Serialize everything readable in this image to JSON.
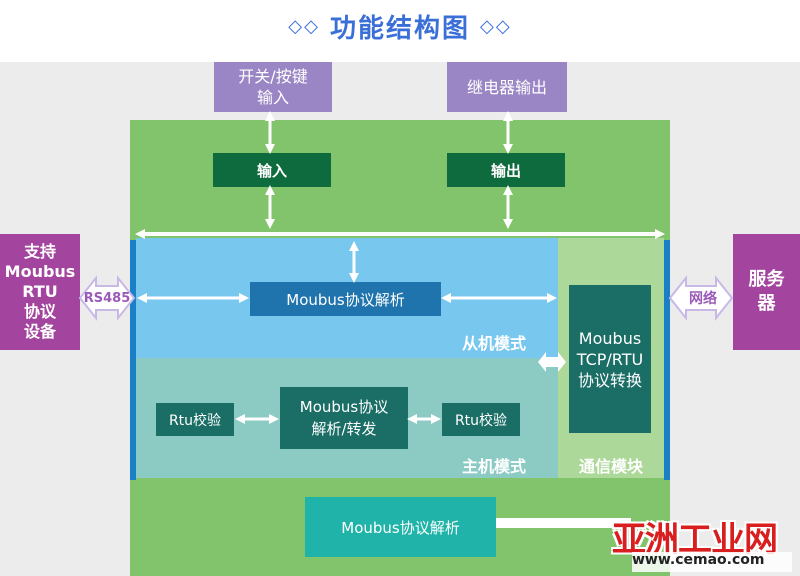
{
  "title": "功能结构图",
  "title_ornament": "◇◇",
  "inputs": {
    "switch_input": "开关/按键\n输入",
    "relay_output": "继电器输出"
  },
  "blocks": {
    "input": "输入",
    "output": "输出",
    "moubus_parse_top": "Moubus协议解析",
    "slave_mode": "从机模式",
    "master_mode": "主机模式",
    "rtu_check_left": "Rtu校验",
    "rtu_check_right": "Rtu校验",
    "moubus_parse_forward": "Moubus协议\n解析/转发",
    "tcp_rtu_convert": "Moubus\nTCP/RTU\n协议转换",
    "comm_module": "通信模块",
    "moubus_parse_bottom": "Moubus协议解析"
  },
  "side": {
    "left_device": "支持\nMoubus\nRTU\n协议\n设备",
    "rs485": "RS485",
    "network": "网络",
    "server": "服务\n器"
  },
  "watermark": {
    "brand": "亚洲工业网",
    "site": "www.cemao.com"
  },
  "colors": {
    "outer_green": "#82c46c",
    "slave_blue": "#78c7ee",
    "master_teal": "#8ccbc4",
    "comm_light_green": "#acd89a",
    "dark_green": "#0e6b3d",
    "purple": "#9a86c4",
    "magenta": "#a3449e",
    "title_blue": "#3a6fd8"
  }
}
